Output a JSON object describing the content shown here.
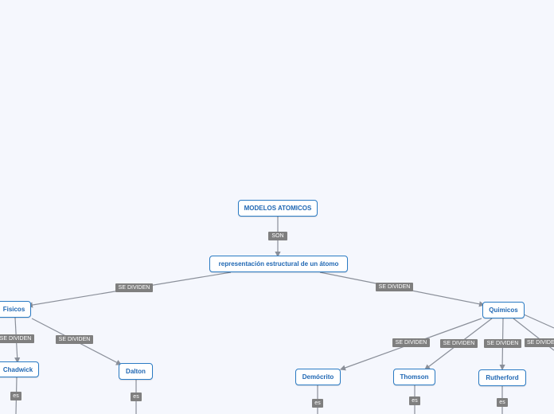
{
  "nodes": {
    "root": "MODELOS ATOMICOS",
    "representation": "representación estructural de un átomo",
    "fisicos": "Fisicos",
    "quimicos": "Quimicos",
    "chadwick": "Chadwick",
    "dalton": "Dalton",
    "democrito": "Demócrito",
    "thomson": "Thomson",
    "rutherford": "Rutherford"
  },
  "links": {
    "son": "SON",
    "se_dividen": "SE DIVIDEN",
    "es": "es"
  },
  "colors": {
    "background": "#f5f7fd",
    "node_border": "#2a7bc4",
    "node_text": "#1f67b3",
    "connector": "#8a8f99",
    "tag_bg": "#7f7f7f"
  }
}
